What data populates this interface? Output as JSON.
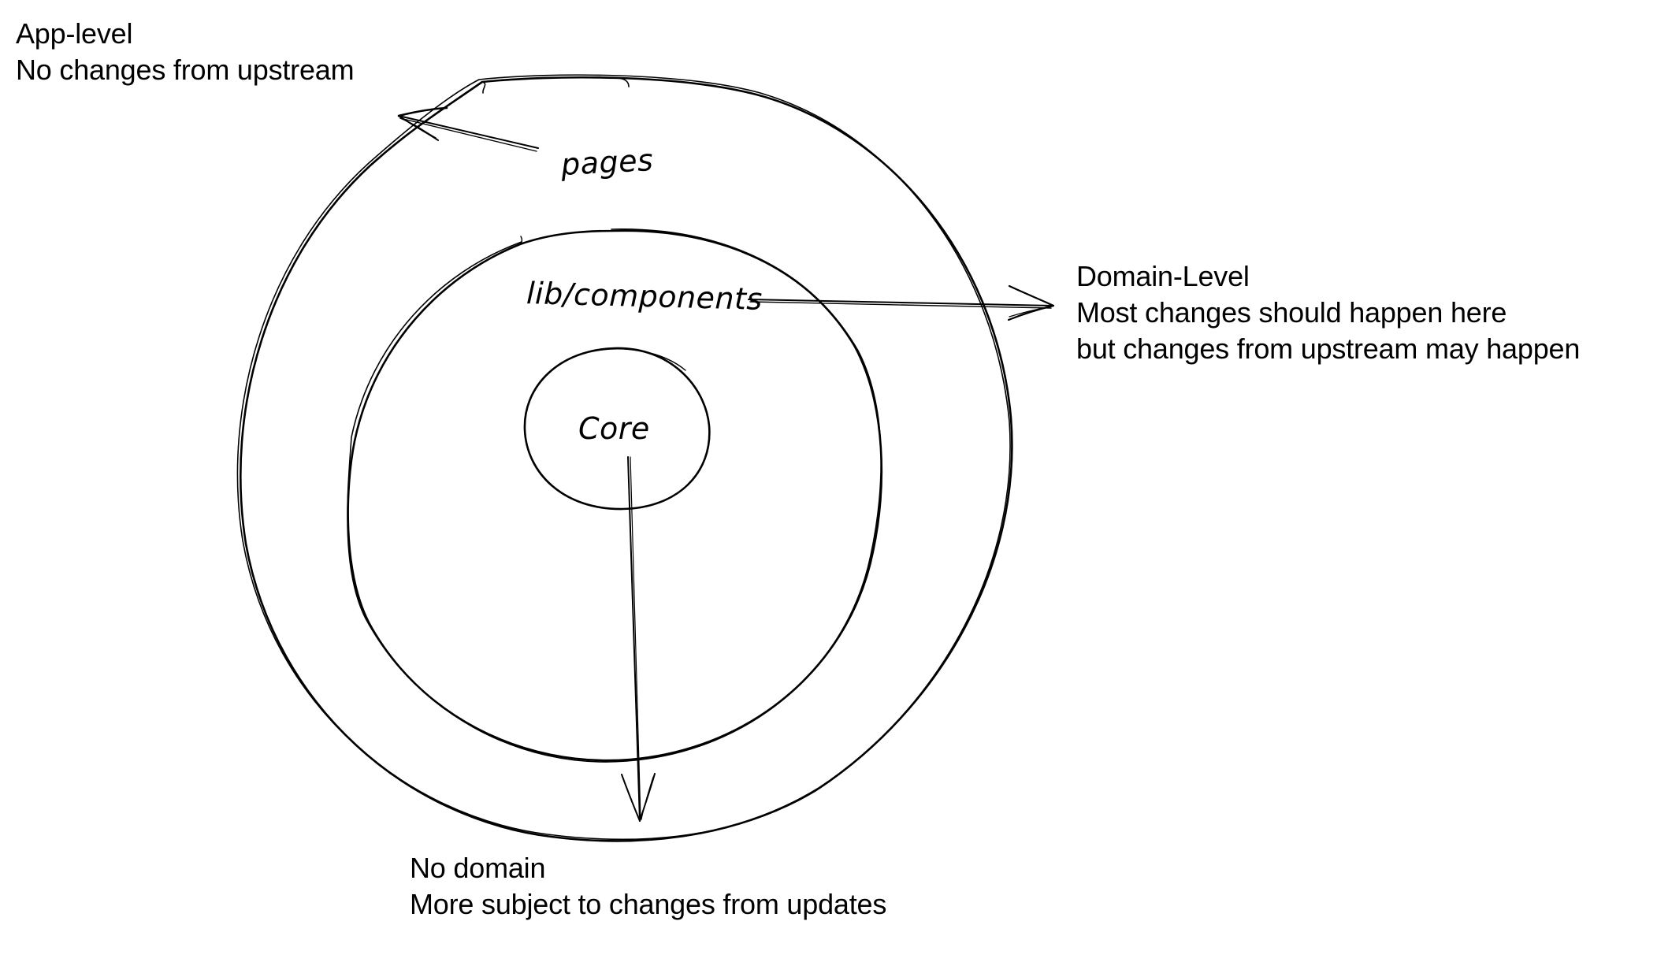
{
  "diagram": {
    "type": "concentric-layers",
    "stroke_color": "#000000",
    "background_color": "#ffffff",
    "rings": [
      {
        "id": "outer",
        "label": "pages"
      },
      {
        "id": "middle",
        "label": "lib/components"
      },
      {
        "id": "inner",
        "label": "Core"
      }
    ]
  },
  "annotations": {
    "app_level": {
      "title": "App-level",
      "description": "No changes from upstream"
    },
    "domain_level": {
      "title": "Domain-Level",
      "line1": "Most changes should happen here",
      "line2": "but changes from upstream may happen"
    },
    "no_domain": {
      "title": "No domain",
      "description": "More subject to changes from updates"
    }
  },
  "arrows": [
    {
      "from": "pages",
      "to": "App-level"
    },
    {
      "from": "lib/components",
      "to": "Domain-Level"
    },
    {
      "from": "Core",
      "to": "No domain"
    }
  ]
}
